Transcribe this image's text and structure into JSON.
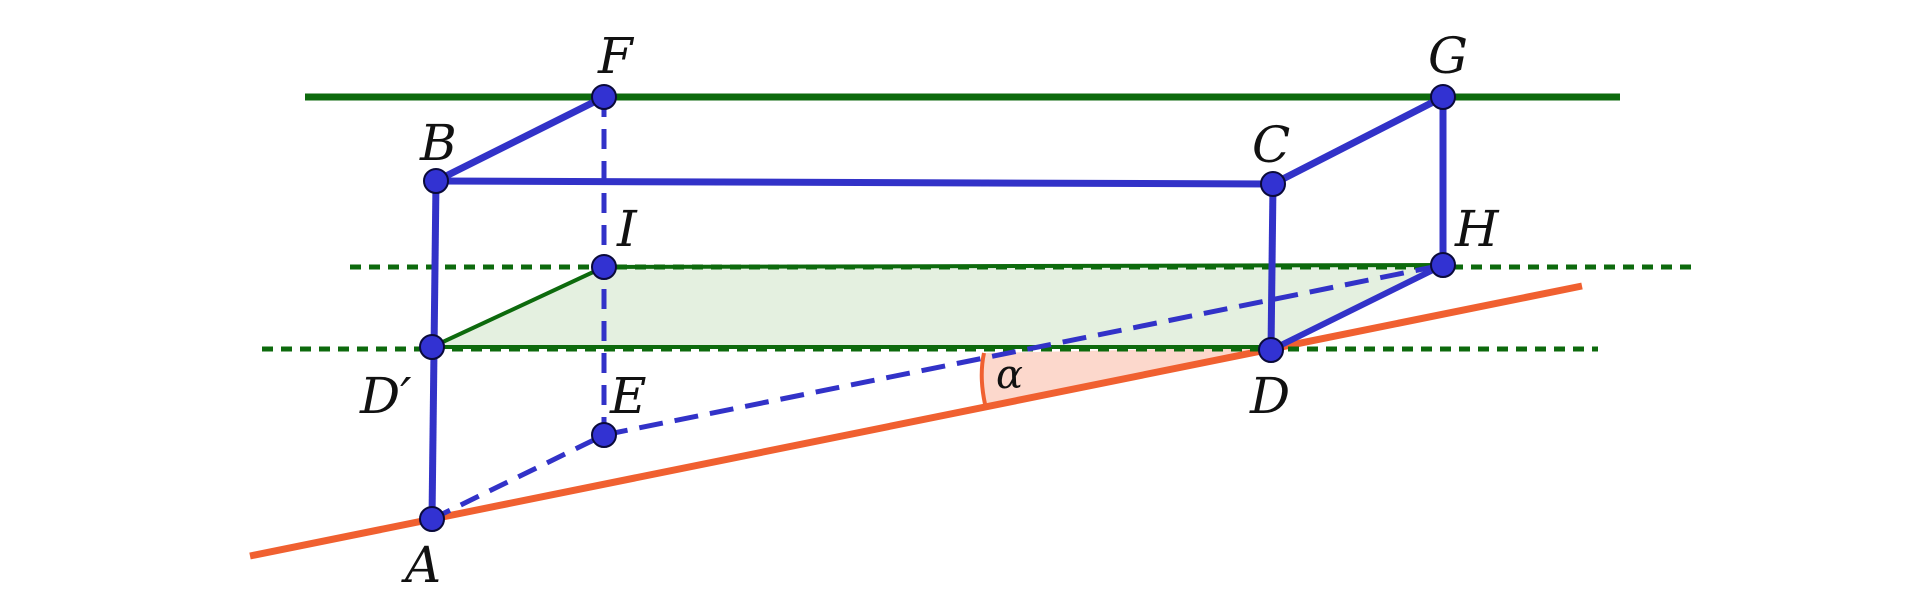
{
  "figure": {
    "points": [
      {
        "id": "A",
        "label": "A"
      },
      {
        "id": "B",
        "label": "B"
      },
      {
        "id": "C",
        "label": "C"
      },
      {
        "id": "D",
        "label": "D"
      },
      {
        "id": "Dp",
        "label": "D′"
      },
      {
        "id": "E",
        "label": "E"
      },
      {
        "id": "F",
        "label": "F"
      },
      {
        "id": "G",
        "label": "G"
      },
      {
        "id": "H",
        "label": "H"
      },
      {
        "id": "I",
        "label": "I"
      }
    ],
    "angle_label": "α",
    "colors": {
      "frame_blue": "#3232c8",
      "point_fill": "#3232d2",
      "plane_green": "#0d6a0d",
      "plane_fill": "#e4f0e0",
      "incline_orange": "#f06030",
      "angle_fill": "#fcd8cc"
    }
  }
}
